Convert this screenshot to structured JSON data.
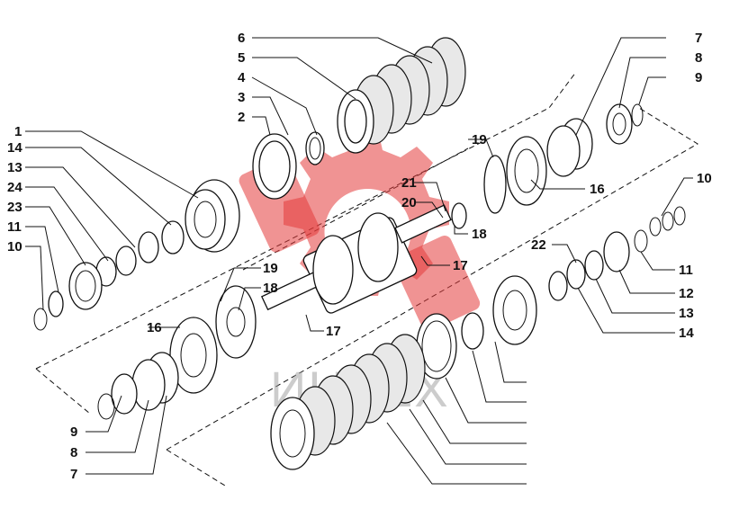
{
  "watermark": {
    "text": "ИНТЕХ",
    "color": "#e33b3b"
  },
  "labels": [
    {
      "id": "6",
      "text": "6"
    },
    {
      "id": "5",
      "text": "5"
    },
    {
      "id": "4",
      "text": "4"
    },
    {
      "id": "3",
      "text": "3"
    },
    {
      "id": "2",
      "text": "2"
    },
    {
      "id": "1",
      "text": "1"
    },
    {
      "id": "14a",
      "text": "14"
    },
    {
      "id": "13a",
      "text": "13"
    },
    {
      "id": "24",
      "text": "24"
    },
    {
      "id": "23",
      "text": "23"
    },
    {
      "id": "11a",
      "text": "11"
    },
    {
      "id": "10a",
      "text": "10"
    },
    {
      "id": "19a",
      "text": "19"
    },
    {
      "id": "18a",
      "text": "18"
    },
    {
      "id": "16a",
      "text": "16"
    },
    {
      "id": "17a",
      "text": "17"
    },
    {
      "id": "9a",
      "text": "9"
    },
    {
      "id": "8a",
      "text": "8"
    },
    {
      "id": "7a",
      "text": "7"
    },
    {
      "id": "7b",
      "text": "7"
    },
    {
      "id": "8b",
      "text": "8"
    },
    {
      "id": "9b",
      "text": "9"
    },
    {
      "id": "19b",
      "text": "19"
    },
    {
      "id": "16b",
      "text": "16"
    },
    {
      "id": "21",
      "text": "21"
    },
    {
      "id": "20",
      "text": "20"
    },
    {
      "id": "18b",
      "text": "18"
    },
    {
      "id": "17b",
      "text": "17"
    },
    {
      "id": "10b",
      "text": "10"
    },
    {
      "id": "22",
      "text": "22"
    },
    {
      "id": "11b",
      "text": "11"
    },
    {
      "id": "12",
      "text": "12"
    },
    {
      "id": "13b",
      "text": "13"
    },
    {
      "id": "14b",
      "text": "14"
    }
  ]
}
